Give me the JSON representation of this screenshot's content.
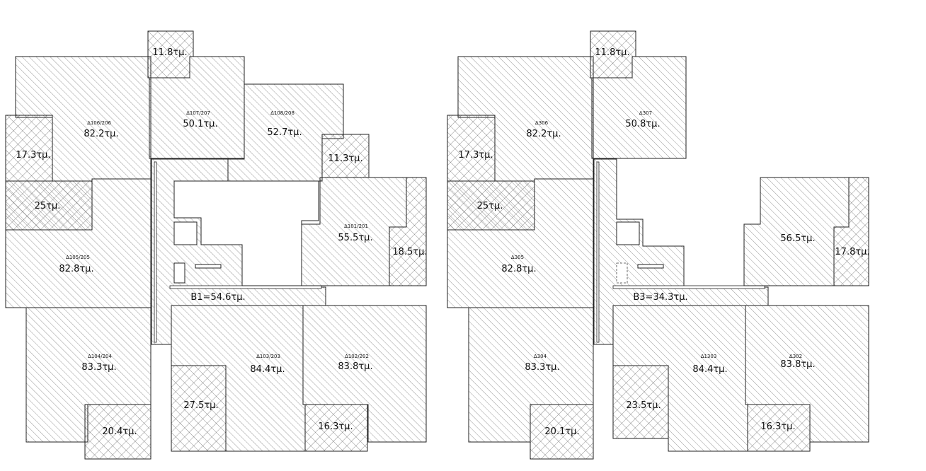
{
  "plans": [
    {
      "name": "plan-1",
      "units": {
        "d106": {
          "code": "Δ106/206",
          "area": "82.2τμ."
        },
        "d107": {
          "code": "Δ107/207",
          "area": "50.1τμ."
        },
        "d108": {
          "code": "Δ108/208",
          "area": "52.7τμ."
        },
        "d101": {
          "code": "Δ101/201",
          "area": "55.5τμ."
        },
        "d105": {
          "code": "Δ105/205",
          "area": "82.8τμ."
        },
        "d104": {
          "code": "Δ104/204",
          "area": "83.3τμ."
        },
        "d103": {
          "code": "Δ103/203",
          "area": "84.4τμ."
        },
        "d102": {
          "code": "Δ102/202",
          "area": "83.8τμ."
        }
      },
      "balconies": {
        "top": "11.8τμ.",
        "left_upper": "17.3τμ.",
        "left_mid": "25τμ.",
        "right_upper": "11.3τμ.",
        "right_mid": "18.5τμ.",
        "bottom_a": "20.4τμ.",
        "bottom_b": "27.5τμ.",
        "bottom_c": "16.3τμ."
      },
      "common": "B1=54.6τμ."
    },
    {
      "name": "plan-2",
      "units": {
        "d306": {
          "code": "Δ306",
          "area": "82.2τμ."
        },
        "d307": {
          "code": "Δ307",
          "area": "50.8τμ."
        },
        "d301": {
          "code": "",
          "area": "56.5τμ."
        },
        "d305": {
          "code": "Δ305",
          "area": "82.8τμ."
        },
        "d304": {
          "code": "Δ304",
          "area": "83.3τμ."
        },
        "d303": {
          "code": "Δ1303",
          "area": "84.4τμ."
        },
        "d302": {
          "code": "Δ302",
          "area": "83.8τμ."
        }
      },
      "balconies": {
        "top": "11.8τμ.",
        "left_upper": "17.3τμ.",
        "left_mid": "25τμ.",
        "right_mid": "17.8τμ.",
        "bottom_a": "20.1τμ.",
        "bottom_b": "23.5τμ.",
        "bottom_c": "16.3τμ."
      },
      "common": "B3=34.3τμ."
    }
  ]
}
